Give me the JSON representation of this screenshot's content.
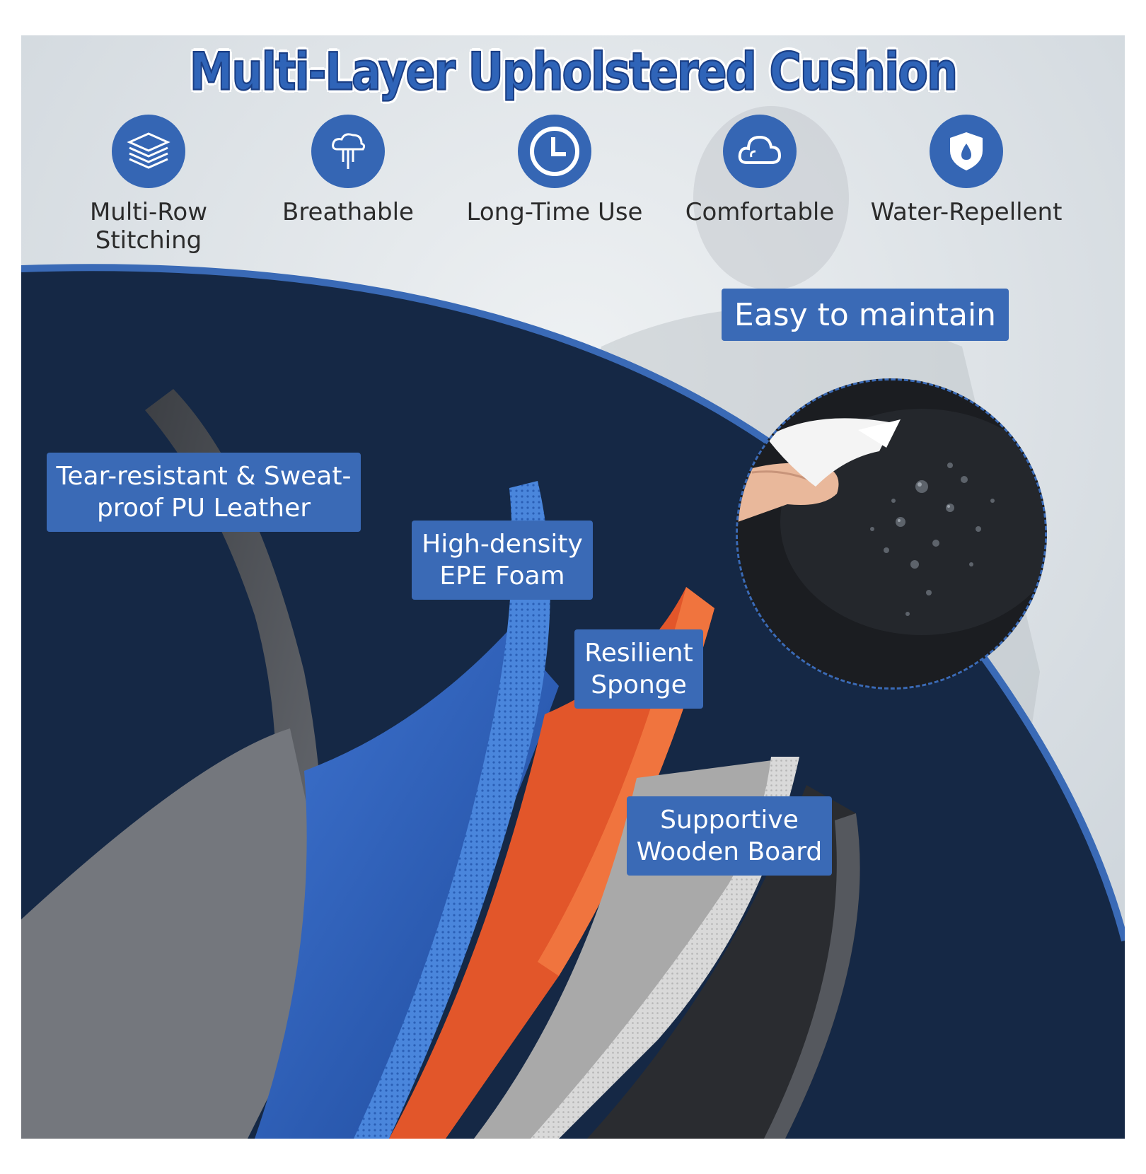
{
  "title": "Multi-Layer Upholstered Cushion",
  "features": [
    {
      "label": "Multi-Row Stitching",
      "icon": "layers-icon"
    },
    {
      "label": "Breathable",
      "icon": "airflow-icon"
    },
    {
      "label": "Long-Time Use",
      "icon": "clock-icon"
    },
    {
      "label": "Comfortable",
      "icon": "cloud-icon"
    },
    {
      "label": "Water-Repellent",
      "icon": "shield-drop-icon"
    }
  ],
  "maintain_label": "Easy to maintain",
  "layers": {
    "leather": [
      "Tear-resistant & Sweat-",
      "proof PU Leather"
    ],
    "epe": [
      "High-density",
      "EPE Foam"
    ],
    "sponge": [
      "Resilient",
      "Sponge"
    ],
    "board": [
      "Supportive",
      "Wooden Board"
    ]
  },
  "colors": {
    "accent": "#3a6ab6",
    "navy": "#152845",
    "leather_gray": "#5d6066",
    "epe_blue": "#2c5db8",
    "sponge_orange": "#e2562a",
    "board_gray": "#a9a9a9"
  }
}
